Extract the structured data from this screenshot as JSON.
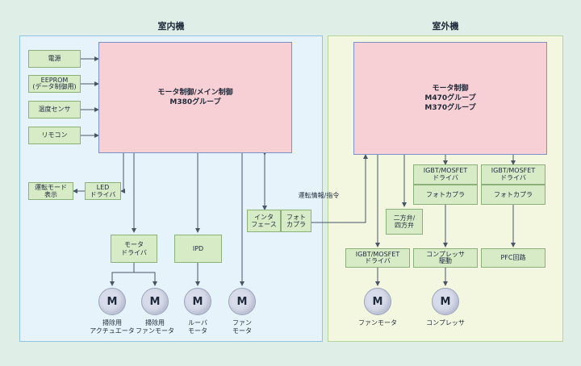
{
  "indoor": {
    "title": "室内機",
    "mcu": "モータ制御/メイン制御\nM380グループ",
    "inputs": [
      "電源",
      "EEPROM\n(データ制御用)",
      "温度センサ",
      "リモコン"
    ],
    "led_driver": "LED\nドライバ",
    "op_mode_display": "運転モード\n表示",
    "motor_driver": "モータ\nドライバ",
    "ipd": "IPD",
    "interface": "インタ\nフェース",
    "photocoupler": "フォト\nカプラ",
    "motor_symbol": "M",
    "motors": [
      "掃除用\nアクチュエータ",
      "掃除用\nファンモータ",
      "ルーバ\nモータ",
      "ファン\nモータ"
    ]
  },
  "link_label": "運転情報/指令",
  "outdoor": {
    "title": "室外機",
    "mcu": "モータ制御\nM470グループ\nM370グループ",
    "igbt_driver": "IGBT/MOSFET\nドライバ",
    "photocoupler": "フォトカプラ",
    "valve": "二方弁/\n四方弁",
    "fan_driver": "IGBT/MOSFET\nドライバ",
    "comp_drive": "コンプレッサ\n駆動",
    "pfc": "PFC回路",
    "motor_symbol": "M",
    "motors": [
      "ファンモータ",
      "コンプレッサ"
    ]
  },
  "colors": {
    "wire": "#4a5568",
    "mcu_fill": "#f7d0d6",
    "box_fill": "#d7ebc7"
  }
}
